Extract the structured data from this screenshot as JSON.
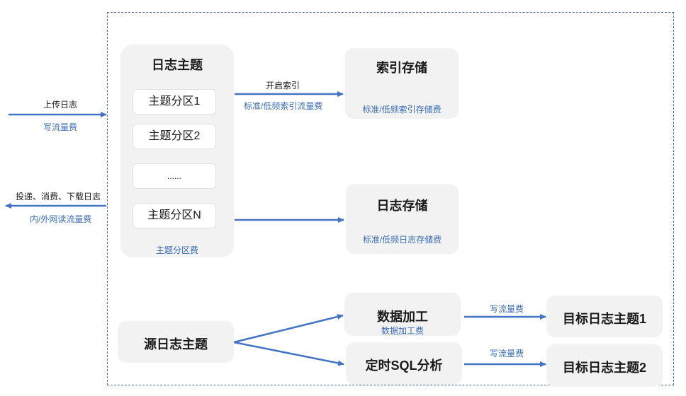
{
  "log_topic": {
    "title": "日志主题",
    "partitions": [
      "主题分区1",
      "主题分区2",
      "......",
      "主题分区N"
    ],
    "fee": "主题分区费"
  },
  "index_storage": {
    "title": "索引存储",
    "fee": "标准/低频索引存储费"
  },
  "log_storage": {
    "title": "日志存储",
    "fee": "标准/低频日志存储费"
  },
  "source_topic": {
    "title": "源日志主题"
  },
  "data_processing": {
    "title": "数据加工",
    "fee": "数据加工费"
  },
  "scheduled_sql": {
    "title": "定时SQL分析"
  },
  "target_topic_1": {
    "title": "目标日志主题1"
  },
  "target_topic_2": {
    "title": "目标日志主题2"
  },
  "edges": {
    "upload": {
      "label": "上传日志",
      "fee": "写流量费"
    },
    "consume": {
      "label": "投递、消费、下载日志",
      "fee": "内/外网读流量费"
    },
    "enable_index": {
      "label": "开启索引",
      "fee": "标准/低频索引流量费"
    },
    "write_1": {
      "fee": "写流量费"
    },
    "write_2": {
      "fee": "写流量费"
    }
  },
  "colors": {
    "arrow": "#4472c4",
    "fee_text": "#3a6cb5",
    "box_fill": "#f2f2f2",
    "boundary": "#4a6fa5"
  }
}
